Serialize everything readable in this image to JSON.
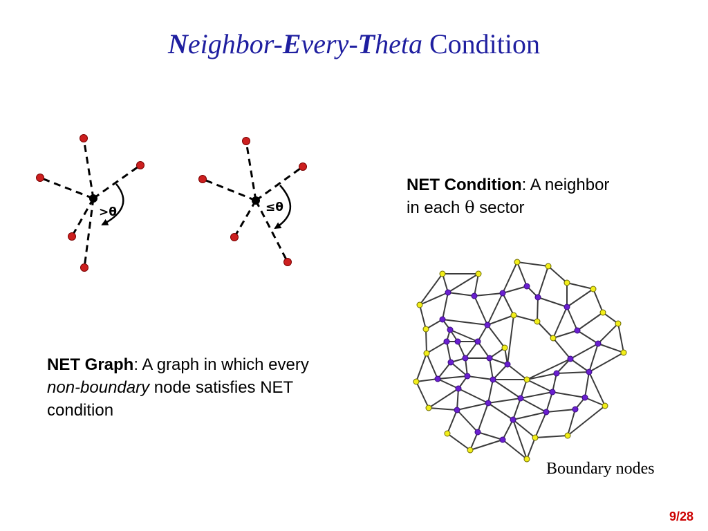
{
  "title": {
    "part1": "N",
    "part2": "eighbor-",
    "part3": "E",
    "part4": "very-",
    "part5": "T",
    "part6": "heta",
    "part7": " Condition"
  },
  "net_condition": {
    "term": "NET Condition",
    "text_a": ": A neighbor",
    "text_b": "in each ",
    "symbol": "θ",
    "text_c": " sector"
  },
  "net_graph": {
    "term": "NET Graph",
    "text_a": ": A graph in which every",
    "italic": "non-boundary",
    "text_b": " node satisfies NET",
    "text_c": "condition"
  },
  "diagram_left": {
    "angle_label": ">θ"
  },
  "diagram_right": {
    "angle_label": "≤θ"
  },
  "boundary_caption": "Boundary nodes",
  "page_number": "9/28",
  "colors": {
    "title": "#1f1fa0",
    "red_node": "#cc1f1f",
    "yellow_node": "#f2ee1a",
    "purple_node": "#6a1fd0",
    "edge": "#3a3a3a",
    "page_number": "#cc0000"
  }
}
